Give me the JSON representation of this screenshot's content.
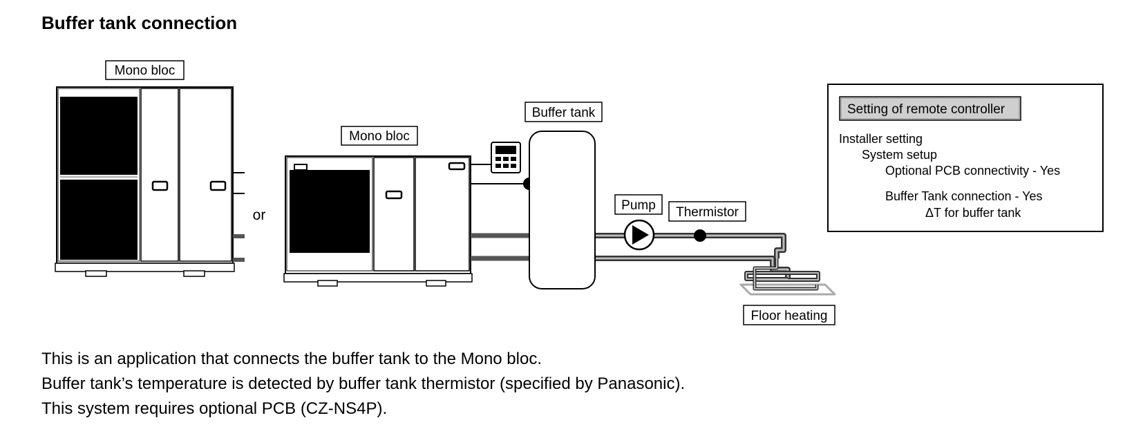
{
  "title": "Buffer tank connection",
  "diagram": {
    "monobloc_large_label": "Mono bloc",
    "or_label": "or",
    "monobloc_small_label": "Mono bloc",
    "buffer_tank_label": "Buffer tank",
    "pump_label": "Pump",
    "thermistor_label": "Thermistor",
    "floor_heating_label": "Floor heating"
  },
  "remote_controller": {
    "title": "Setting of remote controller",
    "lines": [
      "Installer setting",
      "System setup",
      "Optional PCB connectivity - Yes",
      "Buffer Tank connection - Yes",
      "ΔT for buffer tank"
    ]
  },
  "description": [
    "This is an application that connects the buffer tank to the Mono bloc.",
    "Buffer tank’s temperature is detected by buffer tank thermistor (specified by Panasonic).",
    "This system requires optional PCB (CZ-NS4P)."
  ]
}
